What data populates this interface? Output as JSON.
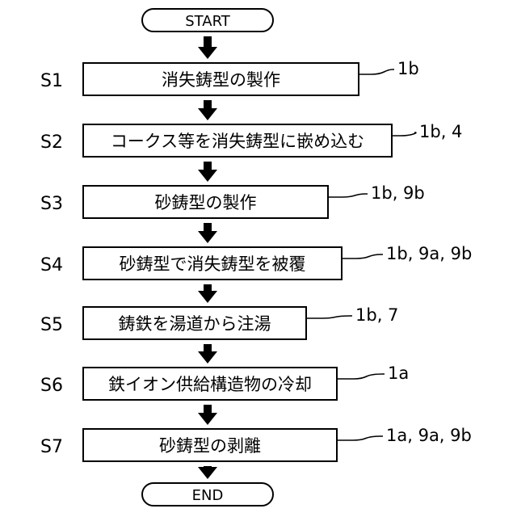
{
  "flowchart": {
    "start": "START",
    "end": "END",
    "steps": [
      {
        "id": "S1",
        "label": "消失鋳型の製作",
        "ref": "1b"
      },
      {
        "id": "S2",
        "label": "コークス等を消失鋳型に嵌め込む",
        "ref": "1b, 4"
      },
      {
        "id": "S3",
        "label": "砂鋳型の製作",
        "ref": "1b, 9b"
      },
      {
        "id": "S4",
        "label": "砂鋳型で消失鋳型を被覆",
        "ref": "1b, 9a, 9b"
      },
      {
        "id": "S5",
        "label": "鋳鉄を湯道から注湯",
        "ref": "1b, 7"
      },
      {
        "id": "S6",
        "label": "鉄イオン供給構造物の冷却",
        "ref": "1a"
      },
      {
        "id": "S7",
        "label": "砂鋳型の剥離",
        "ref": "1a, 9a, 9b"
      }
    ]
  }
}
